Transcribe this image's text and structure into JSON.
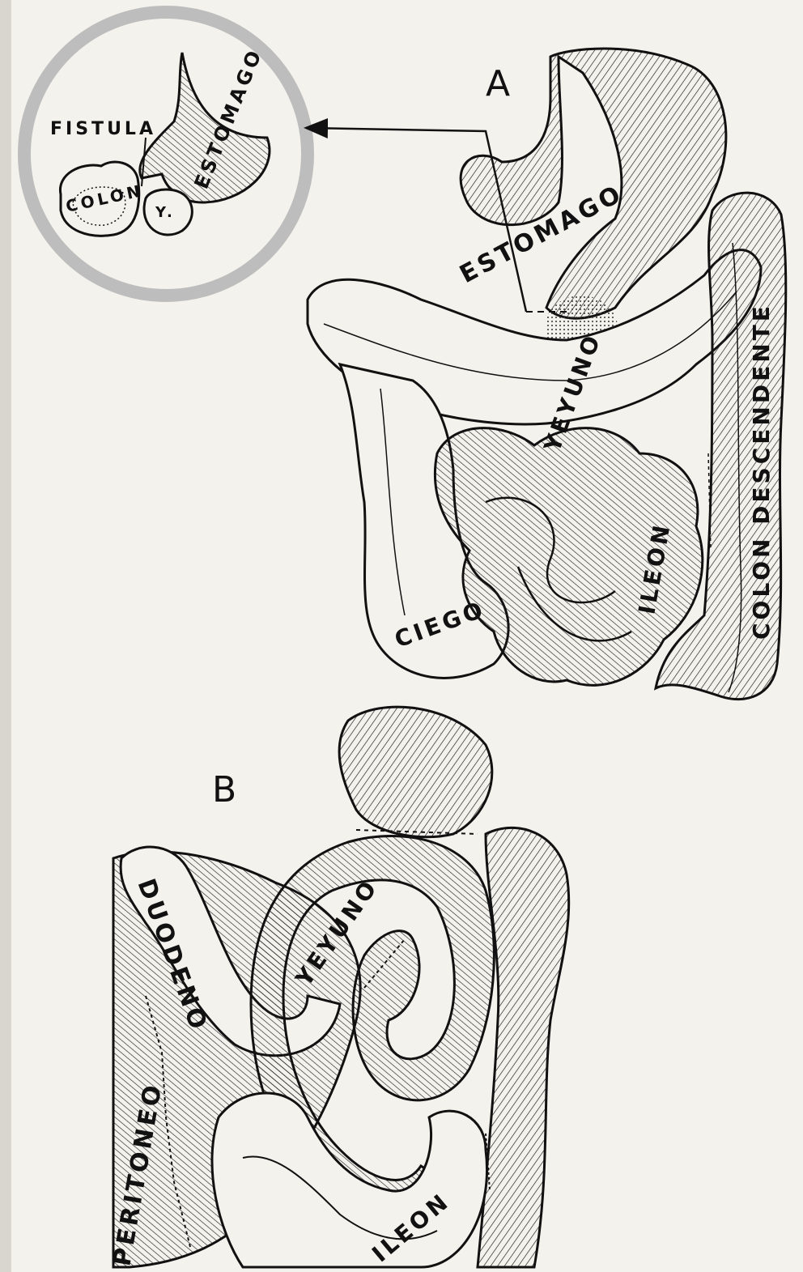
{
  "figure_a": {
    "panel_label": "A",
    "inset": {
      "fistula": "FISTULA",
      "colon": "COLON",
      "yeyuno_abbrev": "Y.",
      "estomago": "ESTOMAGO"
    },
    "labels": {
      "estomago": "ESTOMAGO",
      "yeyuno": "YEYUNO",
      "ciego": "CIEGO",
      "ileon": "ILEON",
      "colon_descendente": "COLON DESCENDENTE"
    }
  },
  "figure_b": {
    "panel_label": "B",
    "labels": {
      "duodeno": "DUODENO",
      "yeyuno": "YEYUNO",
      "peritoneo": "PERITONEO",
      "ileon": "ILEON"
    }
  },
  "colors": {
    "paper": "#f4f2ec",
    "ink": "#111111",
    "inset_ring": "#bdbdbd"
  }
}
